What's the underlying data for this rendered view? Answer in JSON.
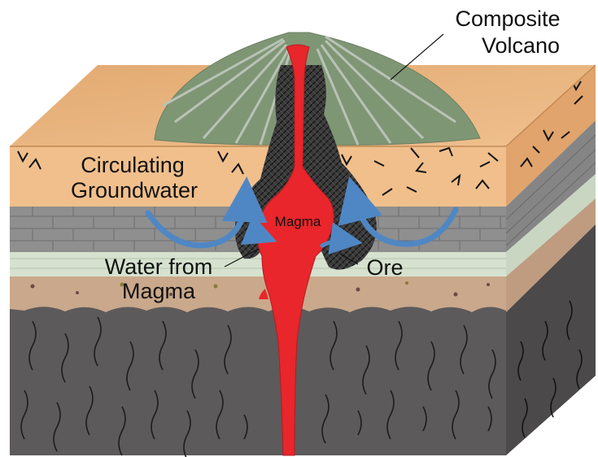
{
  "labels": {
    "composite_volcano_line1": "Composite",
    "composite_volcano_line2": "Volcano",
    "groundwater_line1": "Circulating",
    "groundwater_line2": "Groundwater",
    "magma": "Magma",
    "water_line1": "Water from",
    "water_line2": "Magma",
    "ore": "Ore"
  },
  "colors": {
    "magma_red": "#e8262b",
    "volcano_green": "#7f9675",
    "sand_orange": "#e9b57f",
    "limestone_gray": "#8f8f8f",
    "pale_green_layer": "#d6e2cf",
    "tan_layer": "#caa88b",
    "bedrock": "#5c5a5b",
    "arrow_blue": "#4f87c4",
    "ore_dark": "#2b2b2b"
  }
}
